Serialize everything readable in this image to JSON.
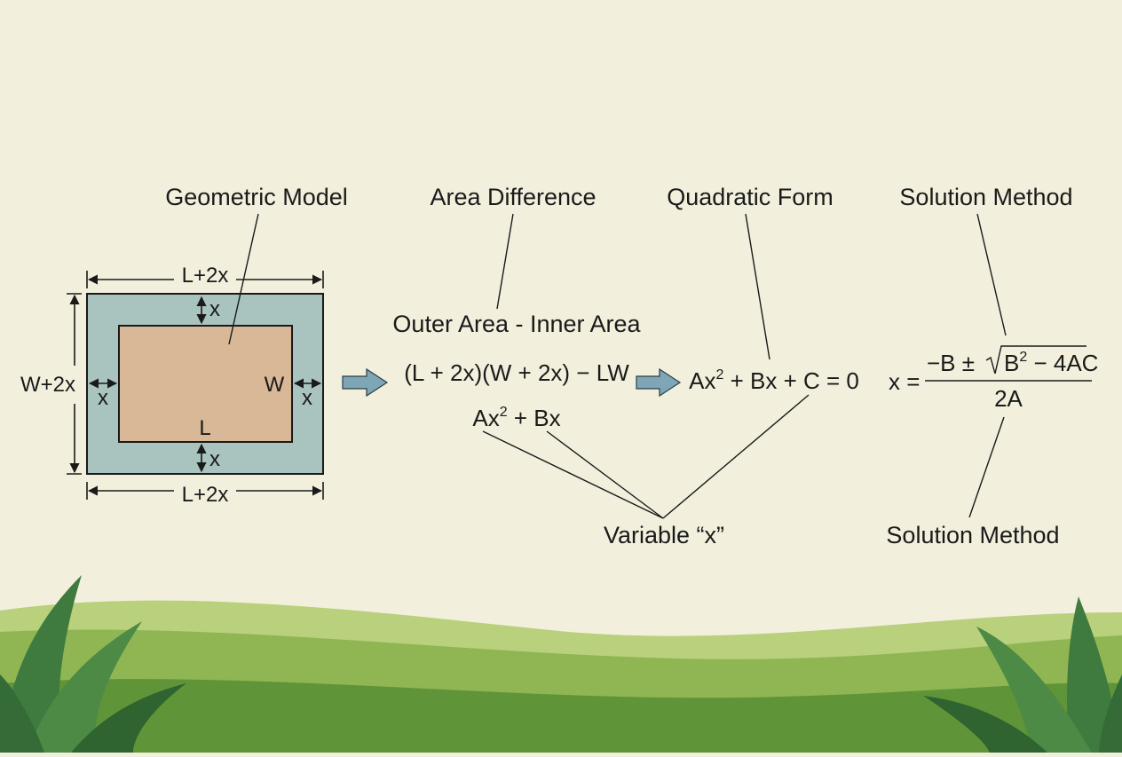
{
  "labels": {
    "geometric_model": "Geometric Model",
    "area_difference": "Area Difference",
    "quadratic_form": "Quadratic Form",
    "solution_method_top": "Solution Method",
    "solution_method_bottom": "Solution Method",
    "variable_x": "Variable “x”"
  },
  "model": {
    "top_dim": "L+2x",
    "bottom_dim": "L+2x",
    "left_dim": "W+2x",
    "inner_length": "L",
    "inner_width": "W",
    "border_top": "x",
    "border_bottom": "x",
    "border_left": "x",
    "border_right": "x"
  },
  "area_difference": {
    "caption": "Outer Area - Inner Area",
    "expression": "(L + 2x)(W + 2x) − LW",
    "result_a": "Ax",
    "result_exp": "2",
    "result_b": " + Bx"
  },
  "quadratic": {
    "part_a": "Ax",
    "exp": "2",
    "part_b": " + Bx + C = 0"
  },
  "solution": {
    "lhs": "x =",
    "numerator_prefix": "−B ±",
    "radicand_base": "B",
    "radicand_exp": "2",
    "radicand_rest": " − 4AC",
    "denominator": "2A"
  },
  "colors": {
    "background": "#f2f0dd",
    "outer_rect": "#a9c3bf",
    "inner_rect": "#d8b896",
    "flow_arrow": "#7ea6b6",
    "grass_light": "#a8c56a",
    "grass_dark": "#5f9438",
    "leaf": "#3f7a3f"
  }
}
